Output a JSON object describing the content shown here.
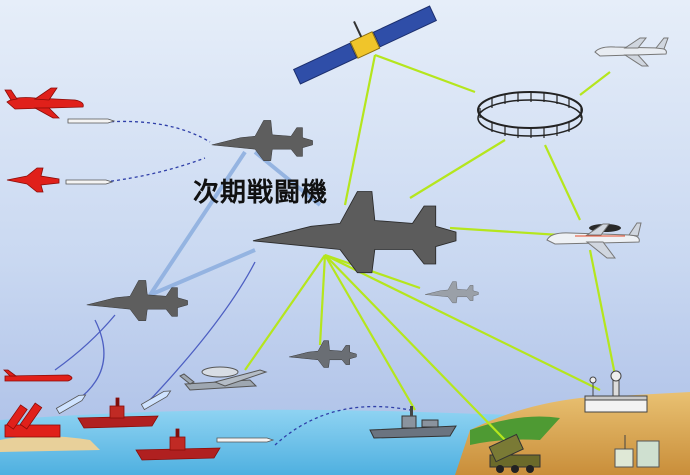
{
  "diagram": {
    "center_label": "次期戦闘機",
    "colors": {
      "sky_top": "#dfe9f7",
      "sky_bottom": "#aebfe6",
      "sea": "#6fc3ea",
      "network_link": "#b5e61d",
      "formation_link": "#8fb0e0",
      "weapon_trail": "#2f3fa8",
      "hostile": "#e0201a",
      "friendly_ship": "#b02020",
      "fighter": "#5e5e5e",
      "land": "#d9a64e"
    },
    "nodes": [
      {
        "id": "next-gen-fighter",
        "icon": "stealth-fighter-icon"
      },
      {
        "id": "wingman-upper",
        "icon": "stealth-fighter-icon"
      },
      {
        "id": "wingman-left",
        "icon": "stealth-fighter-icon"
      },
      {
        "id": "satellite",
        "icon": "satellite-icon"
      },
      {
        "id": "ring-network",
        "icon": "ring-network-icon"
      },
      {
        "id": "tanker",
        "icon": "tanker-aircraft-icon"
      },
      {
        "id": "awacs",
        "icon": "awacs-aircraft-icon"
      },
      {
        "id": "f15",
        "icon": "f15-fighter-icon"
      },
      {
        "id": "f35",
        "icon": "f35-fighter-icon"
      },
      {
        "id": "e2-hawkeye",
        "icon": "e2-hawkeye-icon"
      },
      {
        "id": "destroyer",
        "icon": "destroyer-icon"
      },
      {
        "id": "ground-station",
        "icon": "ground-radar-station-icon"
      },
      {
        "id": "sam-launcher",
        "icon": "sam-launcher-icon"
      },
      {
        "id": "enemy-bomber",
        "icon": "enemy-bomber-icon"
      },
      {
        "id": "enemy-fighter",
        "icon": "enemy-fighter-icon"
      },
      {
        "id": "enemy-missile",
        "icon": "anti-ship-missile-icon"
      },
      {
        "id": "enemy-launcher",
        "icon": "enemy-launcher-icon"
      },
      {
        "id": "enemy-ship-1",
        "icon": "enemy-warship-icon"
      },
      {
        "id": "enemy-ship-2",
        "icon": "enemy-warship-icon"
      }
    ]
  }
}
